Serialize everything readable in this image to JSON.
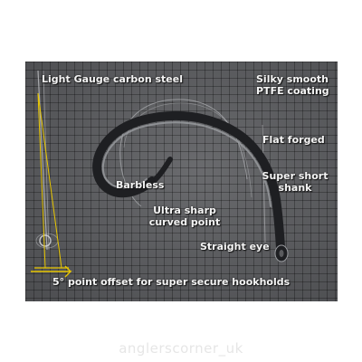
{
  "labels": {
    "light_gauge": "Light Gauge carbon steel",
    "silky_1": "Silky smooth",
    "silky_2": "PTFE coating",
    "flat_forged": "Flat forged",
    "super_short_1": "Super short",
    "super_short_2": "shank",
    "barbless": "Barbless",
    "ultra_sharp_1": "Ultra sharp",
    "ultra_sharp_2": "curved point",
    "straight_eye": "Straight eye",
    "offset": "5° point offset for super secure hookholds"
  },
  "watermark": "anglerscorner_uk",
  "colors": {
    "panel": "#5a5b5e",
    "label": "#f4f4f4",
    "hook_dark": "#1e1f22",
    "hook_highlight": "#9a9ca0",
    "offset_guide": "#e8c600",
    "watermark": "#e6e6e6"
  }
}
